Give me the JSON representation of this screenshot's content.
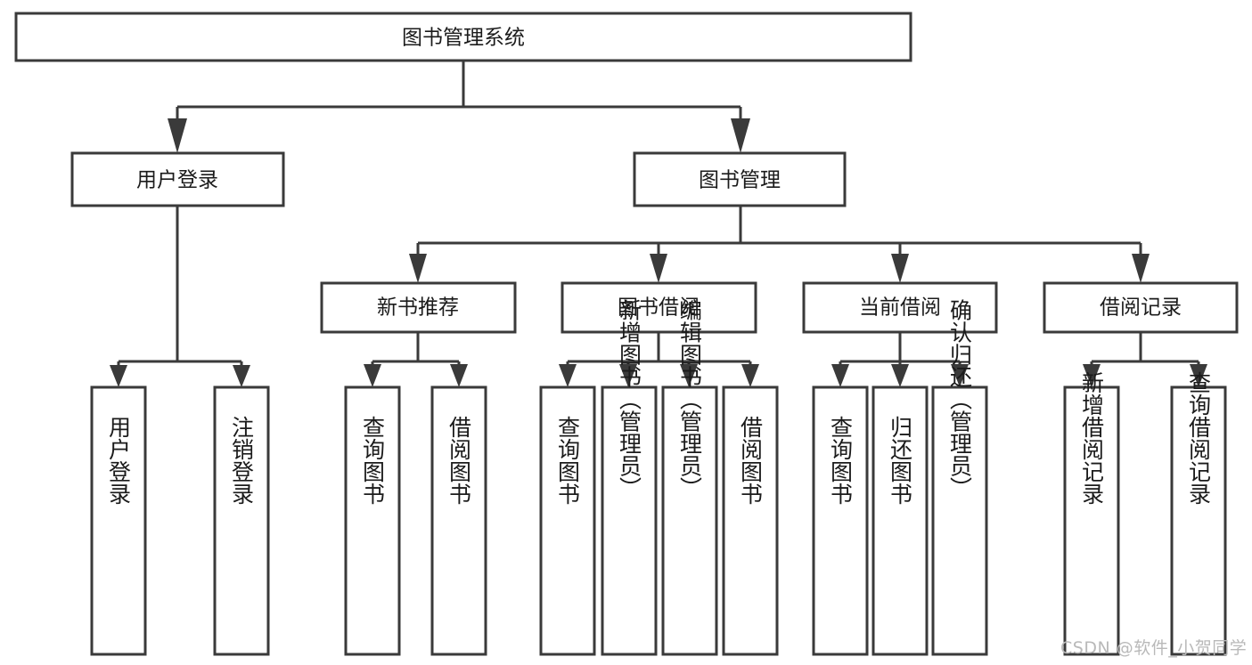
{
  "diagram": {
    "type": "tree-hierarchy",
    "orientation": "top-down",
    "title": "图书管理系统",
    "background_color": "#ffffff",
    "line_color": "#3a3a3a",
    "box_fill": "#ffffff",
    "text_color": "#1b1b1b"
  },
  "nodes": {
    "root": {
      "label": "图书管理系统"
    },
    "level1": [
      {
        "label": "用户登录"
      },
      {
        "label": "图书管理"
      }
    ],
    "level2": [
      {
        "label": "新书推荐"
      },
      {
        "label": "图书借阅"
      },
      {
        "label": "当前借阅"
      },
      {
        "label": "借阅记录"
      }
    ],
    "leaves": {
      "user_login": [
        {
          "label": "用户登录"
        },
        {
          "label": "注销登录"
        }
      ],
      "new_book_recommend": [
        {
          "label": "查询图书"
        },
        {
          "label": "借阅图书"
        }
      ],
      "book_borrow": [
        {
          "label": "查询图书"
        },
        {
          "label": "新增图书（管理员）"
        },
        {
          "label": "编辑图书（管理员）"
        },
        {
          "label": "借阅图书"
        }
      ],
      "current_borrow": [
        {
          "label": "查询图书"
        },
        {
          "label": "归还图书"
        },
        {
          "label": "确认归还（管理员）"
        }
      ],
      "borrow_record": [
        {
          "label": "新增借阅记录"
        },
        {
          "label": "查询借阅记录"
        }
      ]
    }
  },
  "watermark": {
    "text": "CSDN @软件_小贺同学",
    "color": "#b9b9b9"
  }
}
